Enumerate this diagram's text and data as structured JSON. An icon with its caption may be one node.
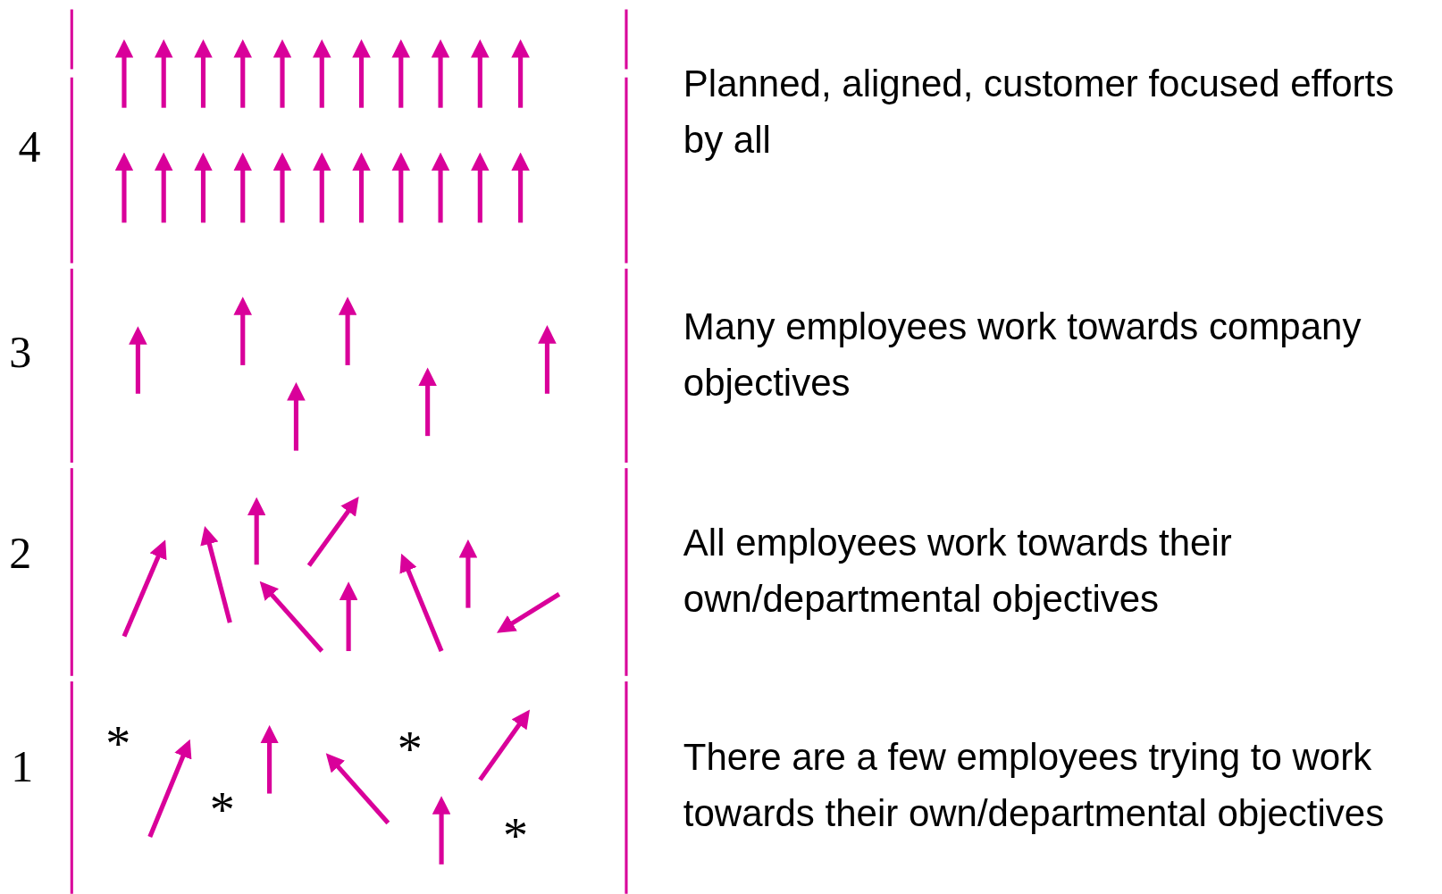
{
  "diagram": {
    "labels": [
      "4",
      "Planned, aligned, customer focused efforts by all",
      "3",
      "Many employees work towards company objectives",
      "2",
      "All employees work towards their own/departmental objectives",
      "1",
      "*",
      "*",
      "*",
      "*",
      "There are a few employees trying to work towards their own/departmental objectives"
    ]
  }
}
